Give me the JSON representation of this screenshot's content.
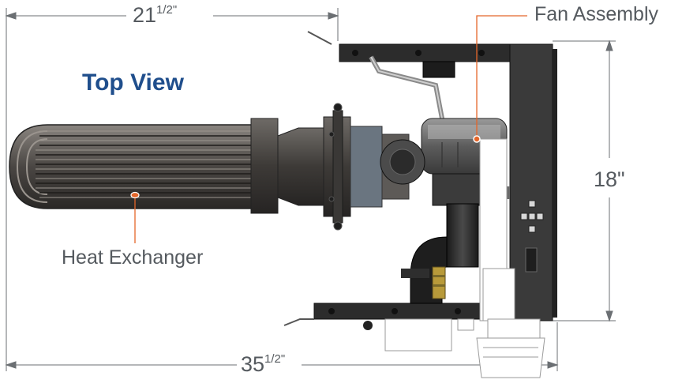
{
  "diagram": {
    "title": "Top View",
    "dimensions": {
      "top_width": {
        "whole": "21",
        "fraction": "1/2",
        "unit": "\""
      },
      "overall_width": {
        "whole": "35",
        "fraction": "1/2",
        "unit": "\""
      },
      "depth": {
        "text": "18\""
      }
    },
    "callouts": {
      "fan_assembly": "Fan Assembly",
      "heat_exchanger": "Heat Exchanger"
    },
    "colors": {
      "title": "#1f4e8c",
      "callout_line": "#e4662a",
      "dimension_line": "#6b6f73",
      "label_text": "#555a5f"
    }
  }
}
